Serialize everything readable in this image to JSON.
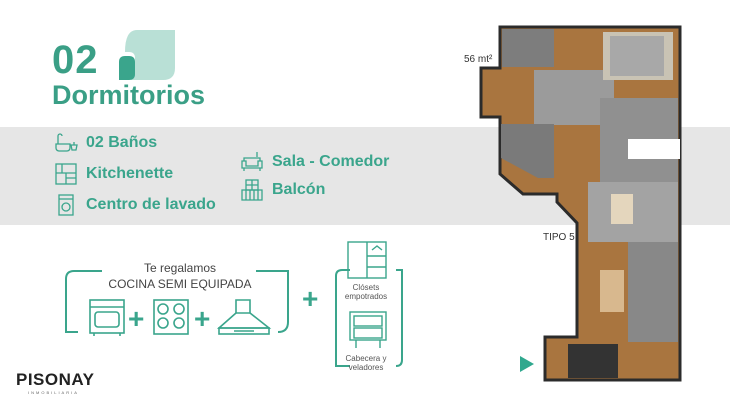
{
  "header": {
    "count": "02",
    "title": "Dormitorios"
  },
  "features": [
    {
      "icon": "bathtub-icon",
      "label": "02 Baños"
    },
    {
      "icon": "kitchen-icon",
      "label": "Kitchenette"
    },
    {
      "icon": "washing-machine-icon",
      "label": "Centro de lavado"
    },
    {
      "icon": "sofa-icon",
      "label": "Sala - Comedor"
    },
    {
      "icon": "balcony-icon",
      "label": "Balcón"
    }
  ],
  "gift": {
    "line1": "Te regalamos",
    "line2": "COCINA SEMI EQUIPADA",
    "extras": [
      "Clósets empotrados",
      "Cabecera y veladores"
    ]
  },
  "plan": {
    "area": "56 mt²",
    "type": "TIPO 5"
  },
  "brand": {
    "name": "PISONAY",
    "sub": "INMOBILIARIA"
  },
  "colors": {
    "accent": "#3aa58c",
    "leaf": "#b9e0d6",
    "band": "#e6e6e6"
  }
}
